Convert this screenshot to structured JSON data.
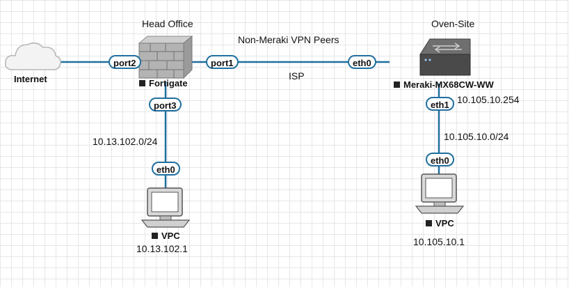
{
  "diagram": {
    "labels": {
      "head_office": "Head Office",
      "oven_site": "Oven-Site",
      "vpn_peers": "Non-Meraki VPN Peers",
      "isp": "ISP"
    },
    "nodes": {
      "internet": {
        "label": "Internet",
        "icon": "cloud-icon"
      },
      "fortigate": {
        "label": "Fortigate",
        "icon": "firewall-icon"
      },
      "meraki": {
        "label": "Meraki-MX68CW-WW",
        "icon": "router-icon",
        "ip": "10.105.10.254"
      },
      "vpc_left": {
        "label": "VPC",
        "icon": "computer-icon",
        "ip": "10.13.102.1"
      },
      "vpc_right": {
        "label": "VPC",
        "icon": "computer-icon",
        "ip": "10.105.10.1"
      }
    },
    "subnets": {
      "left": "10.13.102.0/24",
      "right": "10.105.10.0/24"
    },
    "ports": {
      "fg_port2": "port2",
      "fg_port1": "port1",
      "fg_port3": "port3",
      "vpcl_eth0": "eth0",
      "mx_eth0": "eth0",
      "mx_eth1": "eth1",
      "vpcr_eth0": "eth0"
    }
  }
}
